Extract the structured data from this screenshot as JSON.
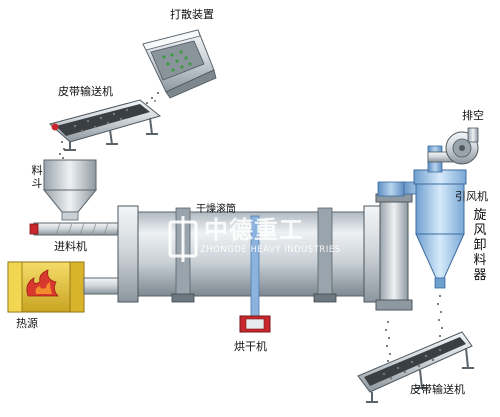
{
  "labels": {
    "dispersing_device": "打散装置",
    "belt_conveyor_top": "皮带输送机",
    "hopper": "料斗",
    "feeder": "进料机",
    "heat_source": "热源",
    "drum": "干燥滚筒",
    "dryer": "烘干机",
    "exhaust": "排空",
    "induced_fan": "引风机",
    "cyclone": "旋风卸料器",
    "belt_conveyor_bottom": "皮带输送机"
  },
  "logo": {
    "cn": "中德重工",
    "en": "ZHONGDE HEAVY INDUSTRIES"
  },
  "colors": {
    "steel_light": "#e6ebef",
    "steel_mid": "#b8c1c8",
    "steel_dark": "#6d7880",
    "pipe_blue": "#7fa9d6",
    "cyclone_blue": "#9cc6ea",
    "motor_red": "#c8282d",
    "heat_yellow": "#e8c93a"
  }
}
